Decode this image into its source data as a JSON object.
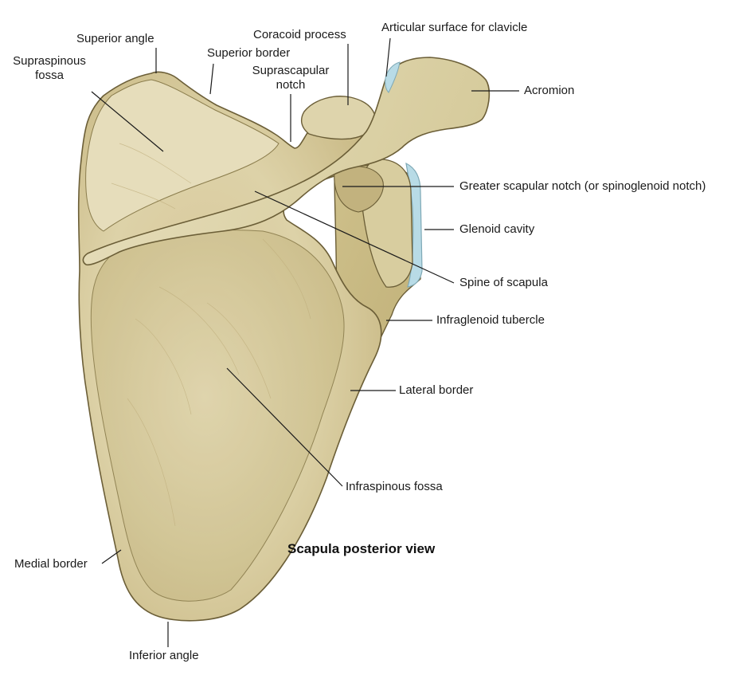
{
  "title": "Scapula posterior view",
  "labels": {
    "superior_angle": "Superior angle",
    "supraspinous_fossa": "Supraspinous\nfossa",
    "superior_border": "Superior border",
    "coracoid_process": "Coracoid process",
    "suprascapular_notch": "Suprascapular\nnotch",
    "articular_surface": "Articular surface for clavicle",
    "acromion": "Acromion",
    "greater_scapular_notch": "Greater scapular notch (or spinoglenoid notch)",
    "glenoid_cavity": "Glenoid cavity",
    "spine_of_scapula": "Spine of scapula",
    "infraglenoid_tubercle": "Infraglenoid tubercle",
    "lateral_border": "Lateral border",
    "infraspinous_fossa": "Infraspinous fossa",
    "medial_border": "Medial border",
    "inferior_angle": "Inferior angle"
  },
  "colors": {
    "bone": "#d9cfa6",
    "bone_shadow": "#b8a874",
    "bone_highlight": "#eee6c6",
    "outline": "#6b5e37",
    "cartilage": "#b8dbe6"
  }
}
